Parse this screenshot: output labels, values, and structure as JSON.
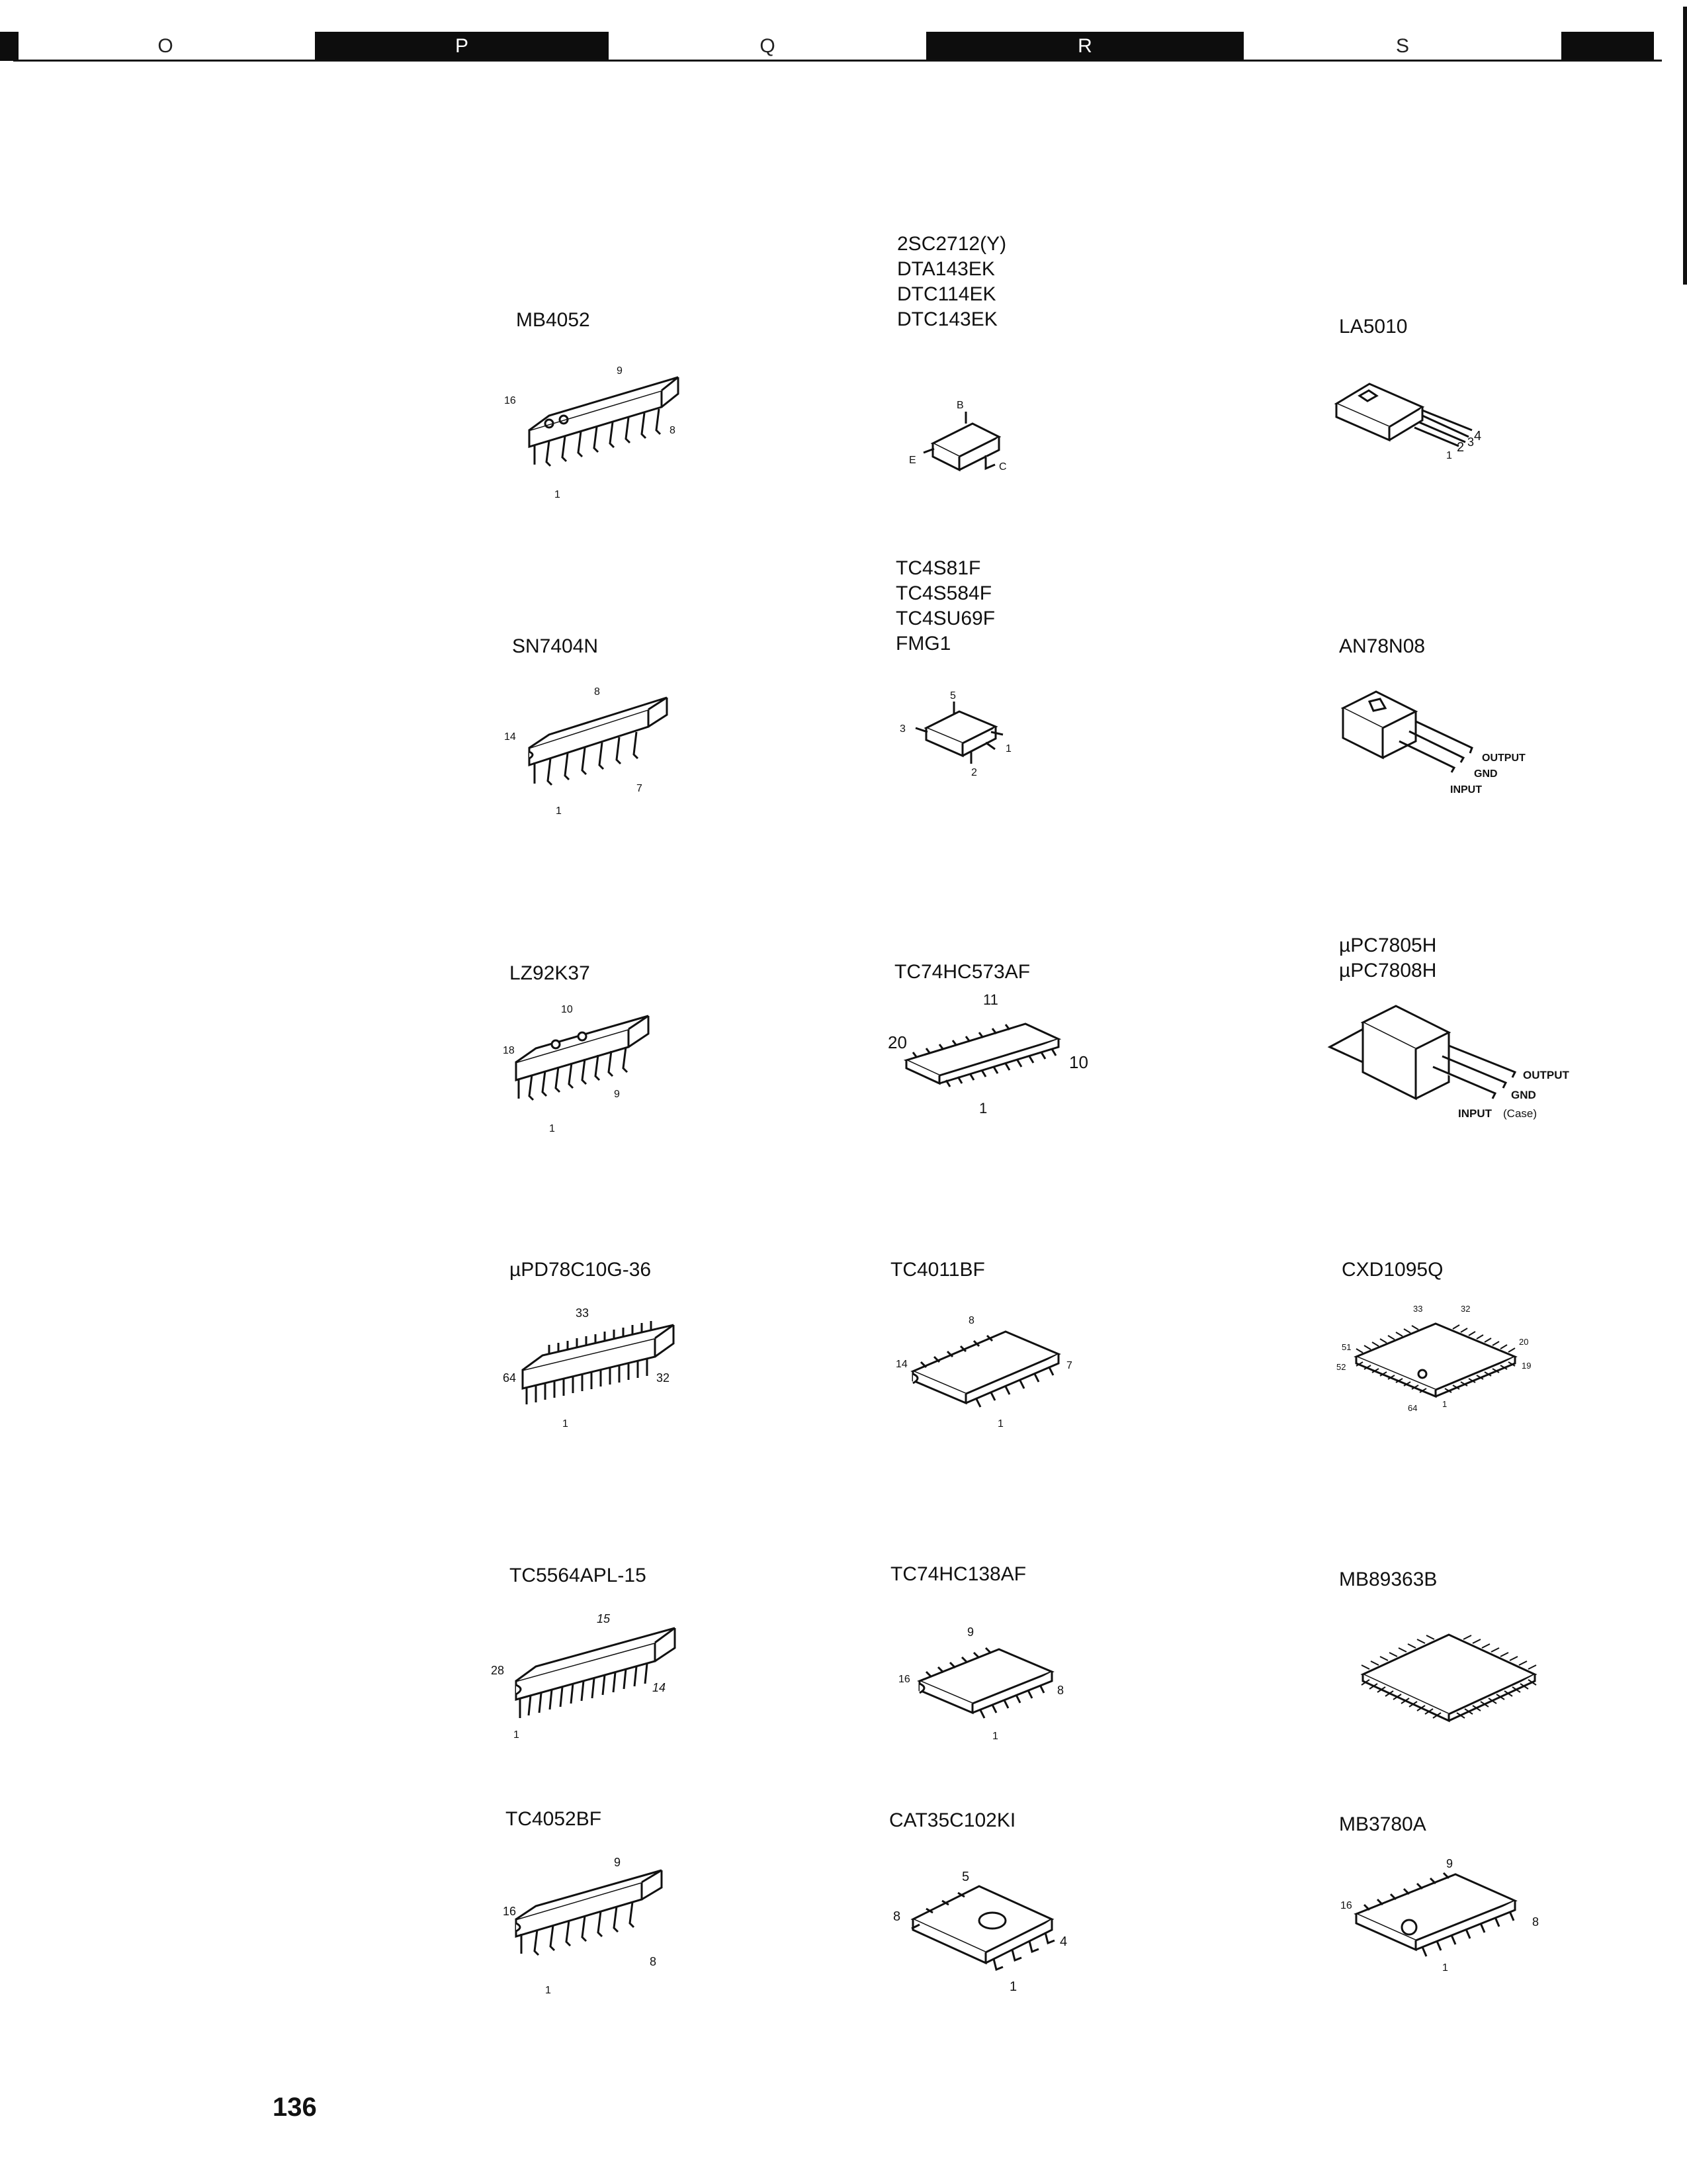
{
  "index_tabs": [
    {
      "letter": "O",
      "style": "light"
    },
    {
      "letter": "P",
      "style": "dark"
    },
    {
      "letter": "Q",
      "style": "light"
    },
    {
      "letter": "R",
      "style": "dark"
    },
    {
      "letter": "S",
      "style": "light"
    }
  ],
  "parts": [
    {
      "labels": [
        "MB4052"
      ],
      "pins": [
        "9",
        "16",
        "8",
        "1"
      ]
    },
    {
      "labels": [
        "2SC2712(Y)",
        "DTA143EK",
        "DTC114EK",
        "DTC143EK"
      ],
      "pins": [
        "B",
        "E",
        "C"
      ]
    },
    {
      "labels": [
        "LA5010"
      ],
      "pins": [
        "4",
        "1",
        "2",
        "3"
      ]
    },
    {
      "labels": [
        "SN7404N"
      ],
      "pins": [
        "8",
        "14",
        "7",
        "1"
      ]
    },
    {
      "labels": [
        "TC4S81F",
        "TC4S584F",
        "TC4SU69F",
        "FMG1"
      ],
      "pins": [
        "5",
        "3",
        "2",
        "1"
      ]
    },
    {
      "labels": [
        "AN78N08"
      ],
      "pins": [
        "OUTPUT",
        "GND",
        "INPUT"
      ]
    },
    {
      "labels": [
        "LZ92K37"
      ],
      "pins": [
        "10",
        "18",
        "9",
        "1"
      ]
    },
    {
      "labels": [
        "TC74HC573AF"
      ],
      "pins": [
        "11",
        "20",
        "10",
        "1"
      ]
    },
    {
      "labels": [
        "µPC7805H",
        "µPC7808H"
      ],
      "pins": [
        "OUTPUT",
        "GND",
        "INPUT",
        "(Case)"
      ]
    },
    {
      "labels": [
        "µPD78C10G-36"
      ],
      "pins": [
        "33",
        "64",
        "32",
        "1"
      ]
    },
    {
      "labels": [
        "TC4011BF"
      ],
      "pins": [
        "8",
        "14",
        "7",
        "1"
      ]
    },
    {
      "labels": [
        "CXD1095Q"
      ],
      "pins": [
        "33",
        "32",
        "51",
        "20",
        "52",
        "19",
        "64",
        "1"
      ]
    },
    {
      "labels": [
        "TC5564APL-15"
      ],
      "pins": [
        "15",
        "28",
        "14",
        "1"
      ]
    },
    {
      "labels": [
        "TC74HC138AF"
      ],
      "pins": [
        "9",
        "16",
        "8",
        "1"
      ]
    },
    {
      "labels": [
        "MB89363B"
      ],
      "pins": []
    },
    {
      "labels": [
        "TC4052BF"
      ],
      "pins": [
        "9",
        "16",
        "8",
        "1"
      ]
    },
    {
      "labels": [
        "CAT35C102KI"
      ],
      "pins": [
        "5",
        "8",
        "4",
        "1"
      ]
    },
    {
      "labels": [
        "MB3780A"
      ],
      "pins": [
        "9",
        "16",
        "8",
        "1"
      ]
    }
  ],
  "page_number": "136"
}
